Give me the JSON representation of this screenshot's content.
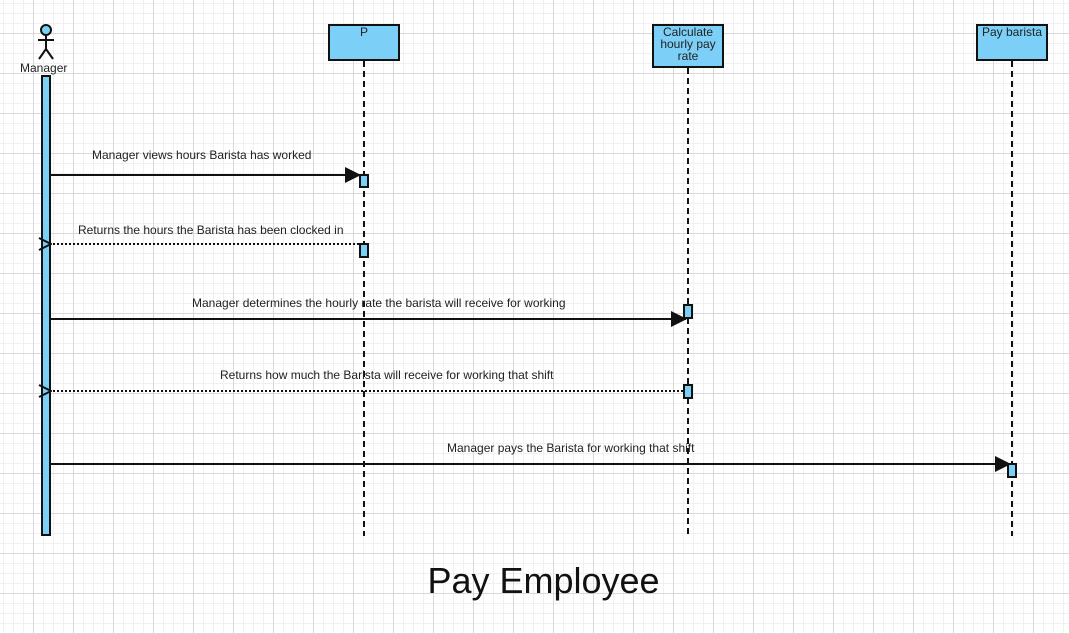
{
  "diagram": {
    "title": "Pay Employee",
    "actor": {
      "label": "Manager"
    },
    "participants": [
      {
        "id": "p",
        "label": "P"
      },
      {
        "id": "calc",
        "label": "Calculate hourly pay rate"
      },
      {
        "id": "pay",
        "label": "Pay barista"
      }
    ],
    "messages": [
      {
        "text": "Manager views hours Barista has worked",
        "from": "manager",
        "to": "p",
        "kind": "call"
      },
      {
        "text": "Returns the hours the Barista has been clocked in",
        "from": "p",
        "to": "manager",
        "kind": "return"
      },
      {
        "text": "Manager determines the hourly rate the barista will receive for working",
        "from": "manager",
        "to": "calc",
        "kind": "call"
      },
      {
        "text": "Returns how much the Barista will receive for working that shift",
        "from": "calc",
        "to": "manager",
        "kind": "return"
      },
      {
        "text": "Manager pays the Barista for working that shift",
        "from": "manager",
        "to": "pay",
        "kind": "call"
      }
    ],
    "colors": {
      "fill": "#7cd0f7",
      "stroke": "#111111",
      "text": "#222222"
    }
  }
}
